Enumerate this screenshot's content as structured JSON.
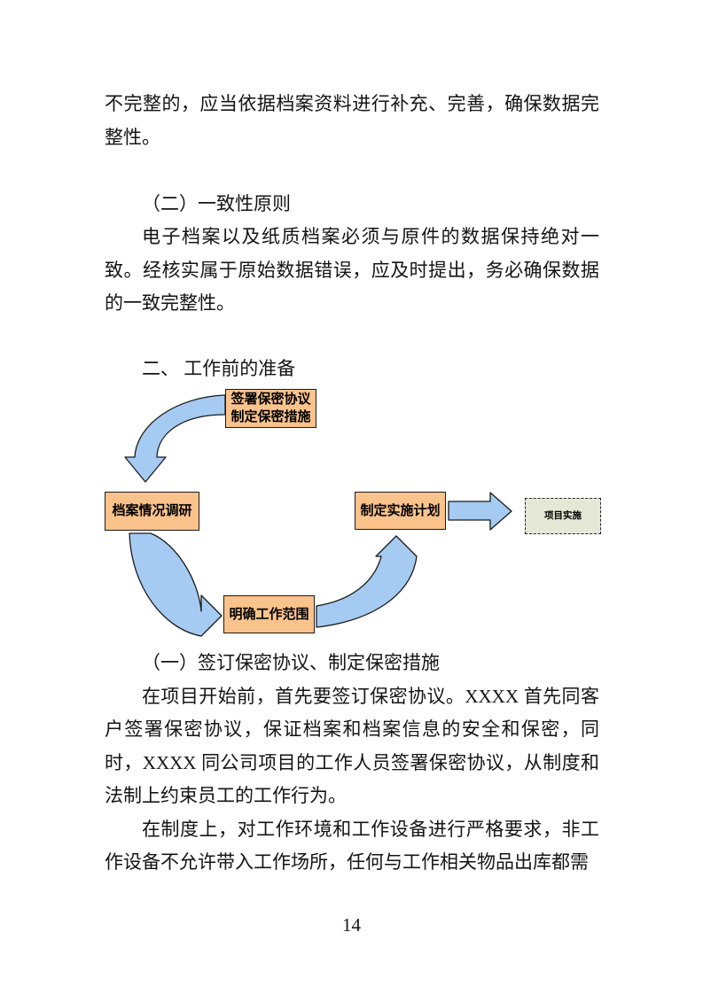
{
  "content": {
    "p1": "不完整的，应当依据档案资料进行补充、完善，确保数据完整性。",
    "heading_consistency": "（二）一致性原则",
    "p2": "电子档案以及纸质档案必须与原件的数据保持绝对一致。经核实属于原始数据错误，应及时提出，务必确保数据的一致完整性。",
    "heading_preparation": "二、 工作前的准备",
    "heading_nda": "（一）签订保密协议、制定保密措施",
    "p3": "在项目开始前，首先要签订保密协议。XXXX 首先同客户签署保密协议，保证档案和档案信息的安全和保密，同时，XXXX 同公司项目的工作人员签署保密协议，从制度和法制上约束员工的工作行为。",
    "p4": "在制度上，对工作环境和工作设备进行严格要求，非工作设备不允许带入工作场所，任何与工作相关物品出库都需",
    "page_number": "14"
  },
  "flowchart": {
    "nodes": {
      "sign": {
        "label": "签署保密协议\n制定保密措施"
      },
      "survey": {
        "label": "档案情况调研"
      },
      "plan": {
        "label": "制定实施计划"
      },
      "impl": {
        "label": "项目实施"
      },
      "scope": {
        "label": "明确工作范围"
      }
    },
    "colors": {
      "node_fill": "#FAC38C",
      "node_border": "#1a1a1a",
      "arrow_fill": "#A6CBF2",
      "arrow_border": "#1a1a1a",
      "impl_fill": "#E4E8D5",
      "impl_border_style": "dashed"
    }
  }
}
